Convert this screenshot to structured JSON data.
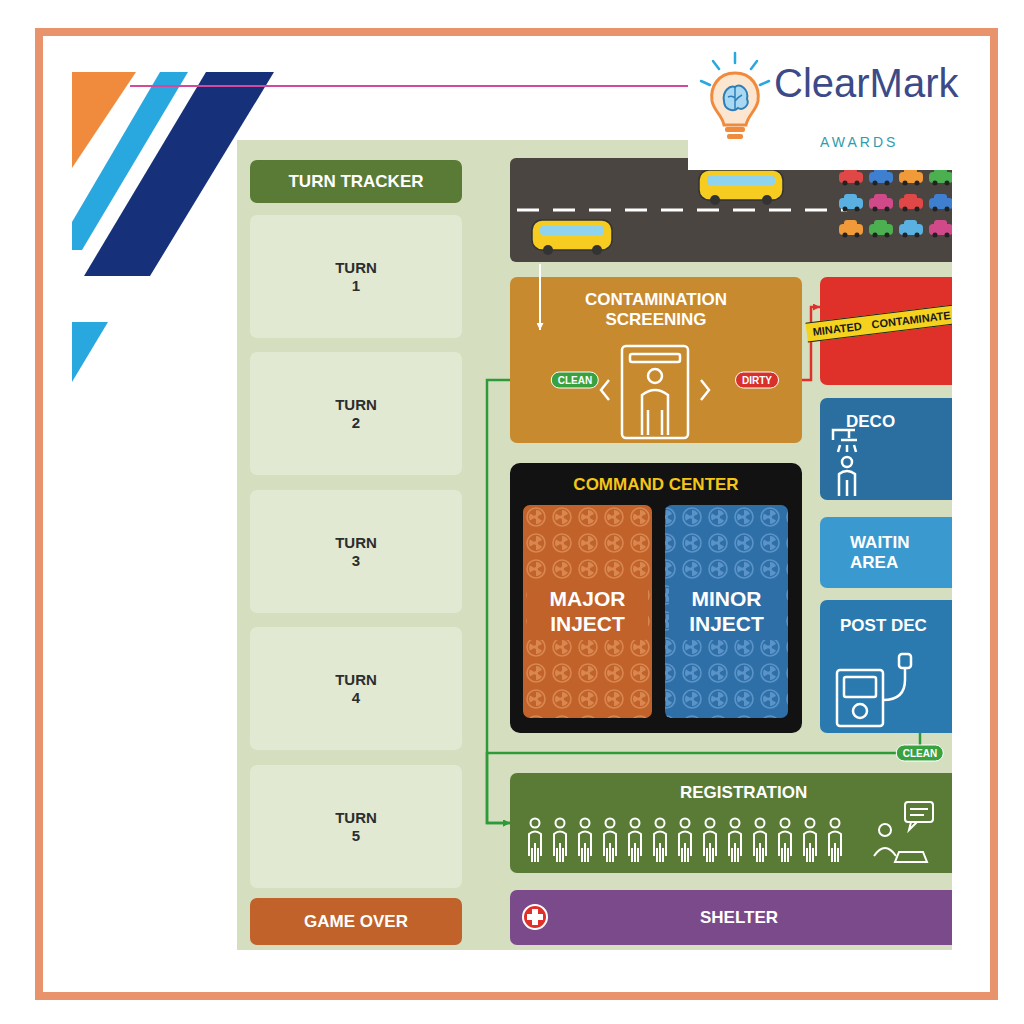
{
  "diagram": {
    "nodes": [
      {
        "text": [
          "TURN TRACKER"
        ]
      },
      {
        "text": [
          "TURN 1"
        ]
      },
      {
        "text": [
          "TURN 2"
        ]
      },
      {
        "text": [
          "TURN 3"
        ]
      },
      {
        "text": [
          "TURN 4"
        ]
      },
      {
        "text": [
          "TURN 5"
        ]
      },
      {
        "text": [
          "GAME OVER"
        ]
      },
      {
        "text": [
          "CONTAMINATION SCREENING"
        ]
      },
      {
        "text": [
          "MINATED",
          "CONTAMINATE"
        ]
      },
      {
        "text": [
          "DECO"
        ]
      },
      {
        "text": [
          "WAITIN AREA"
        ]
      },
      {
        "text": [
          "POST DEC"
        ]
      },
      {
        "text": [
          "COMMAND CENTER"
        ]
      },
      {
        "text": [
          "MAJOR INJECT"
        ],
        "in": 12
      },
      {
        "text": [
          "MINOR INJECT"
        ],
        "in": 12
      },
      {
        "text": [
          "REGISTRATION"
        ]
      },
      {
        "text": [
          "SHELTER"
        ]
      }
    ],
    "edges": [
      {
        "from": 7,
        "to": 15,
        "label": "CLEAN",
        "arrow": "to"
      },
      {
        "from": 7,
        "to": 8,
        "label": "DIRTY",
        "arrow": "to"
      },
      {
        "from": 11,
        "to": 15,
        "label": "CLEAN",
        "arrow": "to"
      }
    ],
    "labels": [
      "ClearMark",
      "AWARDS"
    ]
  }
}
